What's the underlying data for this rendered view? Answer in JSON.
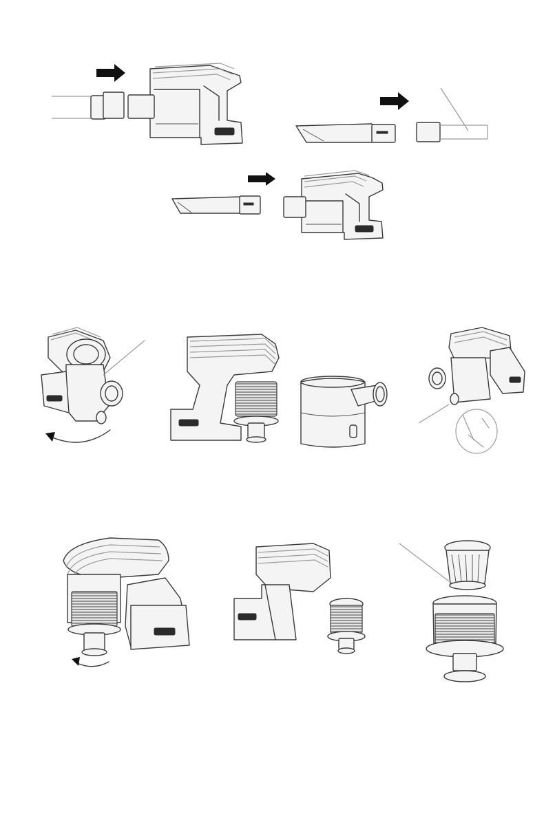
{
  "page": {
    "background": "#ffffff",
    "line_color": "#3a3a3a",
    "sections": [
      {
        "name": "attach-accessories",
        "illustrations": [
          "tube-to-main-unit",
          "crevice-tool-to-tube",
          "crevice-tool-to-main-unit"
        ]
      },
      {
        "name": "remove-dust-container",
        "illustrations": [
          "twist-release-dust-container",
          "dust-container-separated",
          "open-dust-container-lid"
        ]
      },
      {
        "name": "remove-filter",
        "illustrations": [
          "twist-cyclone-filter",
          "cyclone-filter-removed",
          "filter-components-exploded"
        ]
      }
    ],
    "icons": [
      "arrow-right-icon",
      "rotate-arrow-icon",
      "leader-line"
    ]
  }
}
